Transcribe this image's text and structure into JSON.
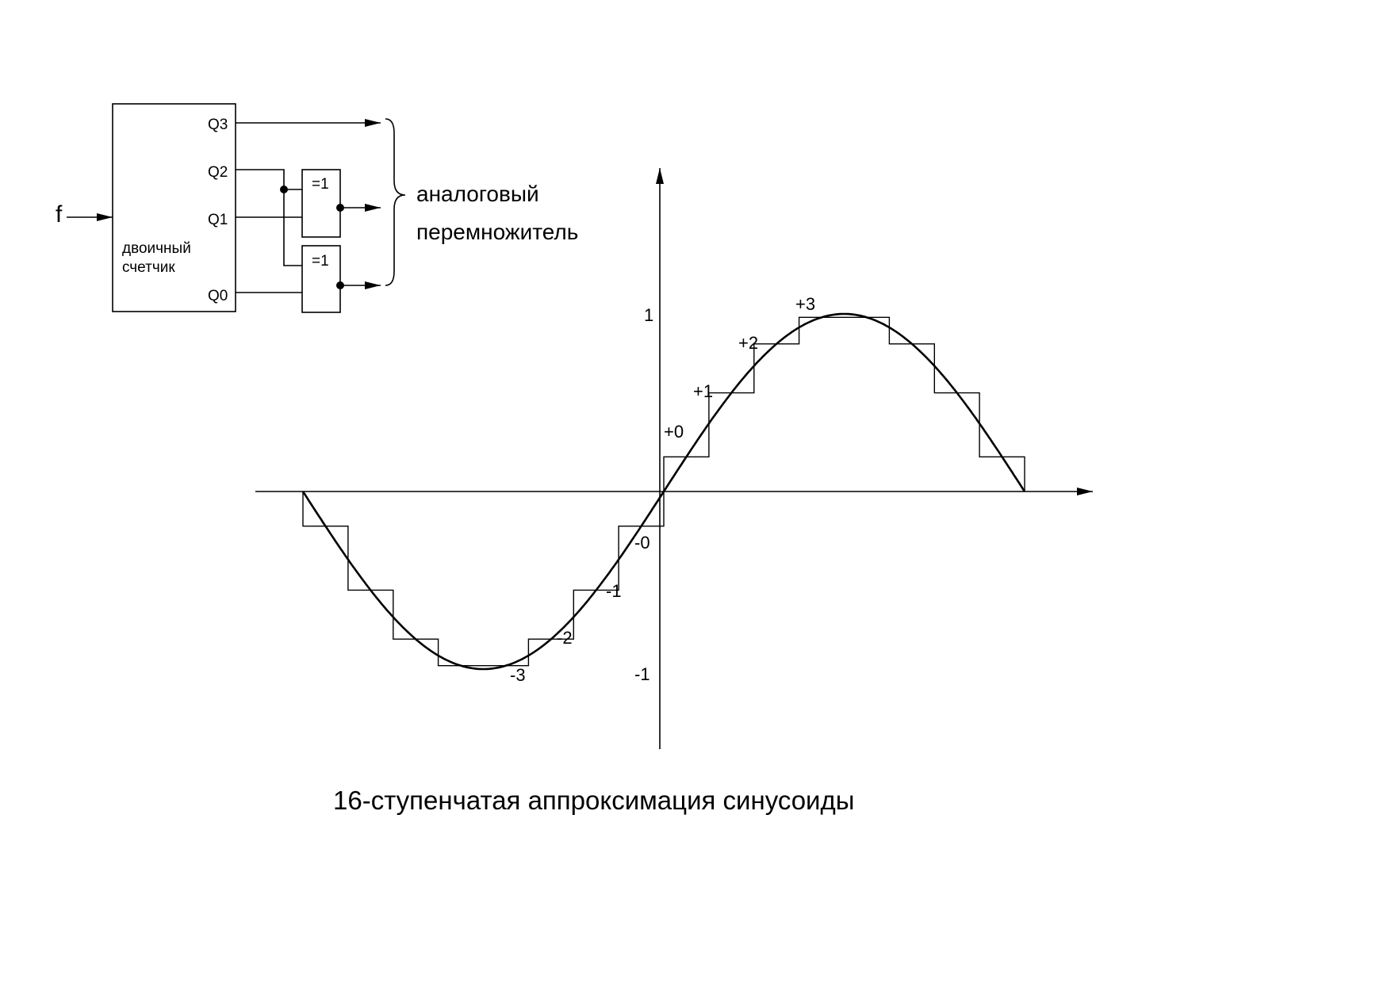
{
  "counter": {
    "input_label": "f",
    "name_line1": "двоичный",
    "name_line2": "счетчик",
    "outputs": [
      "Q3",
      "Q2",
      "Q1",
      "Q0"
    ]
  },
  "xor_gates": [
    "=1",
    "=1"
  ],
  "multiplier": {
    "line1": "аналоговый",
    "line2": "перемножитель"
  },
  "graph": {
    "y_tick_labels": [
      "1",
      "-1"
    ],
    "step_labels_positive": [
      "+0",
      "+1",
      "+2",
      "+3"
    ],
    "step_labels_negative": [
      "-0",
      "-1",
      "-2",
      "-3"
    ],
    "curve": "sine, one period",
    "steps_per_period": 16
  },
  "caption": "16-ступенчатая аппроксимация синусоиды"
}
